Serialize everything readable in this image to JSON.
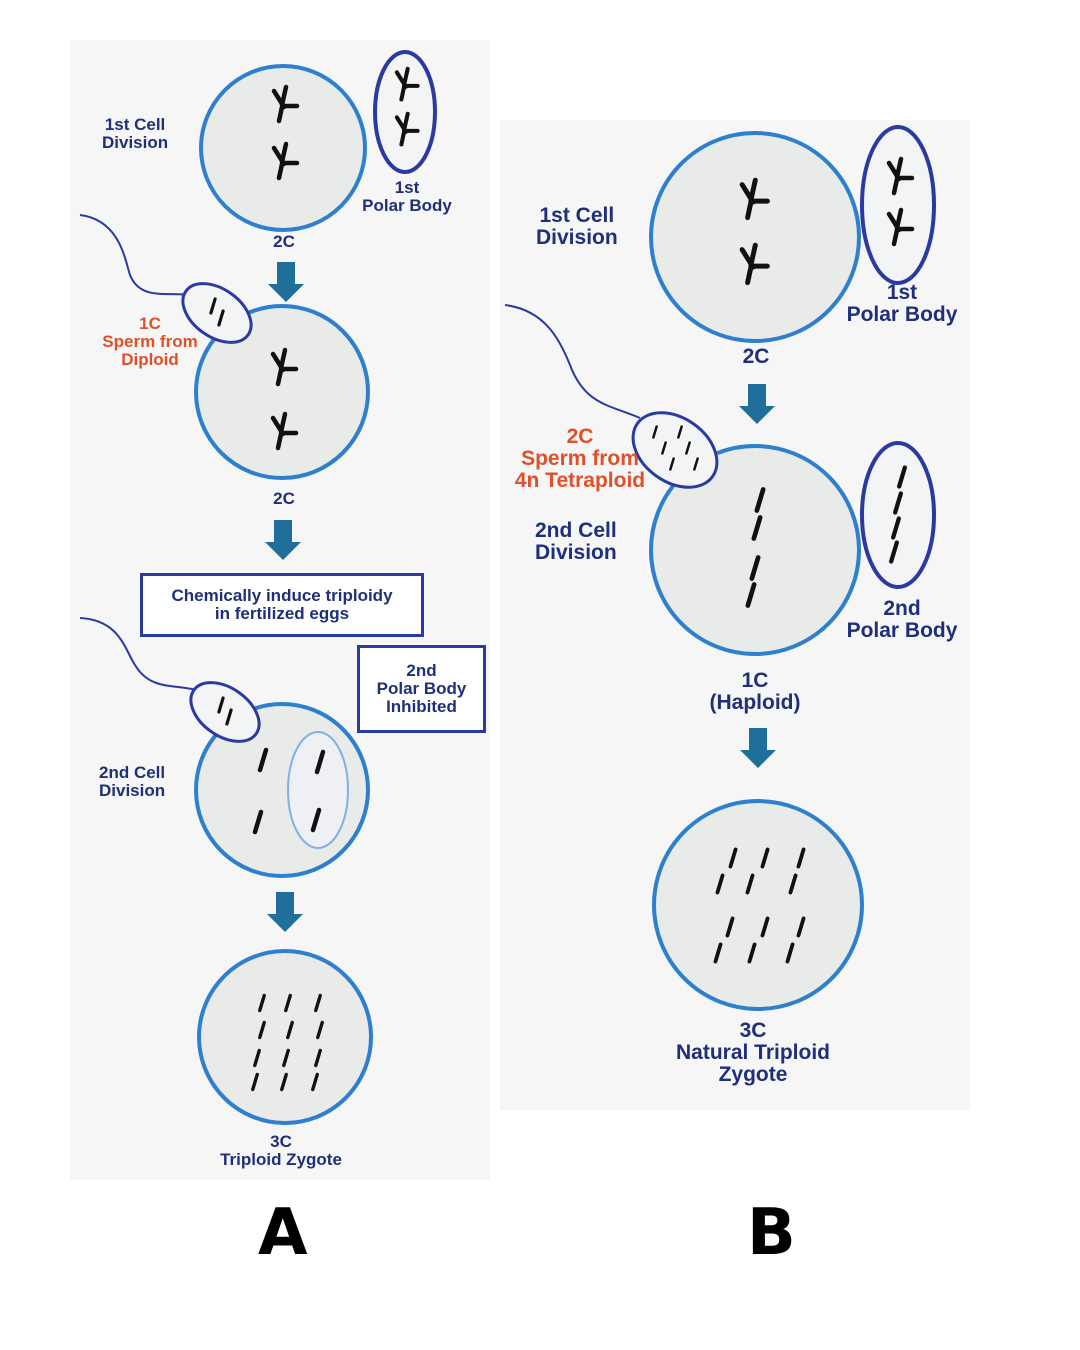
{
  "panel_a": {
    "label": "A",
    "step1": {
      "cell_label": [
        "1st Cell",
        "Division"
      ],
      "polar_label": [
        "1st",
        "Polar Body"
      ],
      "ploidy": "2C"
    },
    "step2": {
      "sperm_label": [
        "1C",
        "Sperm from",
        "Diploid"
      ],
      "ploidy": "2C"
    },
    "treatment_box": [
      "Chemically induce triploidy",
      "in fertilized eggs"
    ],
    "inhibited_box": [
      "2nd",
      "Polar Body",
      "Inhibited"
    ],
    "step3": {
      "cell_label": [
        "2nd Cell",
        "Division"
      ]
    },
    "result": [
      "3C",
      "Triploid Zygote"
    ]
  },
  "panel_b": {
    "label": "B",
    "step1": {
      "cell_label": [
        "1st Cell",
        "Division"
      ],
      "polar_label": [
        "1st",
        "Polar Body"
      ],
      "ploidy": "2C"
    },
    "step2": {
      "sperm_label": [
        "2C",
        "Sperm from",
        "4n Tetraploid"
      ],
      "cell_label": [
        "2nd Cell",
        "Division"
      ],
      "polar_label": [
        "2nd",
        "Polar Body"
      ],
      "ploidy": [
        "1C",
        "(Haploid)"
      ]
    },
    "result": [
      "3C",
      "Natural Triploid",
      "Zygote"
    ]
  },
  "colors": {
    "cell_fill": "#e8ebe8",
    "cell_stroke": "#2f7fcf",
    "polar_stroke": "#2a3aa0",
    "arrow": "#1f6f9a",
    "chromosome": "#111111",
    "label_navy": "#1f2f7a",
    "label_orange": "#e0502a"
  }
}
